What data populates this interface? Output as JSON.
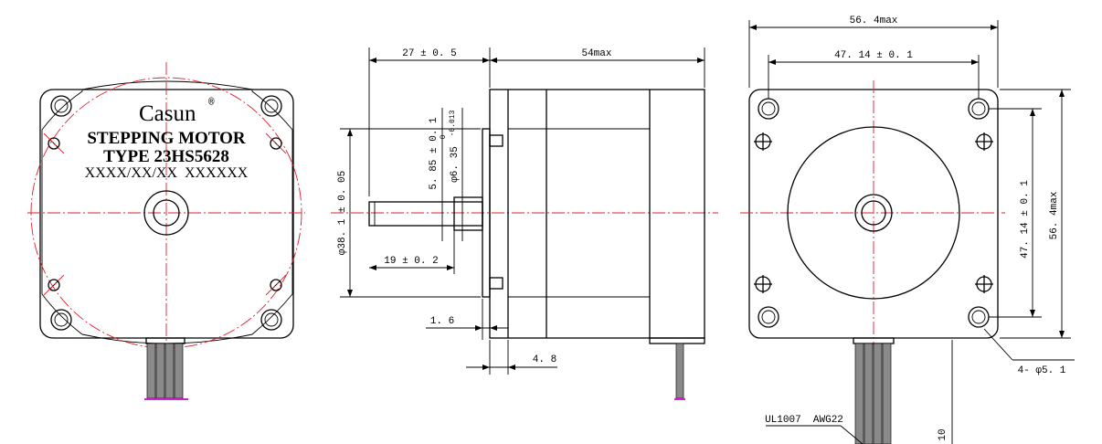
{
  "front_view": {
    "brand": "Casun",
    "brand_mark": "®",
    "title_line1": "STEPPING MOTOR",
    "title_line2": "TYPE 23HS5628",
    "serial_line": "XXXX/XX/XX  XXXXXX"
  },
  "side_view": {
    "shaft_length": "27 ± 0. 5",
    "body_length": "54max",
    "flat_depth": "5. 85 ± 0. 1",
    "shaft_diameter": "φ6. 35",
    "shaft_tol_upper": "0",
    "shaft_tol_lower": "-0.013",
    "pilot_diameter": "φ38. 1 ± 0. 05",
    "flat_length": "19 ± 0. 2",
    "pilot_height": "1. 6",
    "flange_thickness": "4. 8"
  },
  "rear_view": {
    "overall_width": "56. 4max",
    "hole_spacing_h": "47. 14 ± 0. 1",
    "hole_spacing_v": "47. 14 ± 0. 1",
    "overall_height": "56. 4max",
    "mount_holes": "4- φ5. 1",
    "cable_spec": "UL1007  AWG22",
    "cable_length": "10"
  },
  "colors": {
    "centerline": "#e0202a",
    "line": "#000000",
    "wire": "#8a8a8a",
    "wire_end": "#d020d0"
  }
}
